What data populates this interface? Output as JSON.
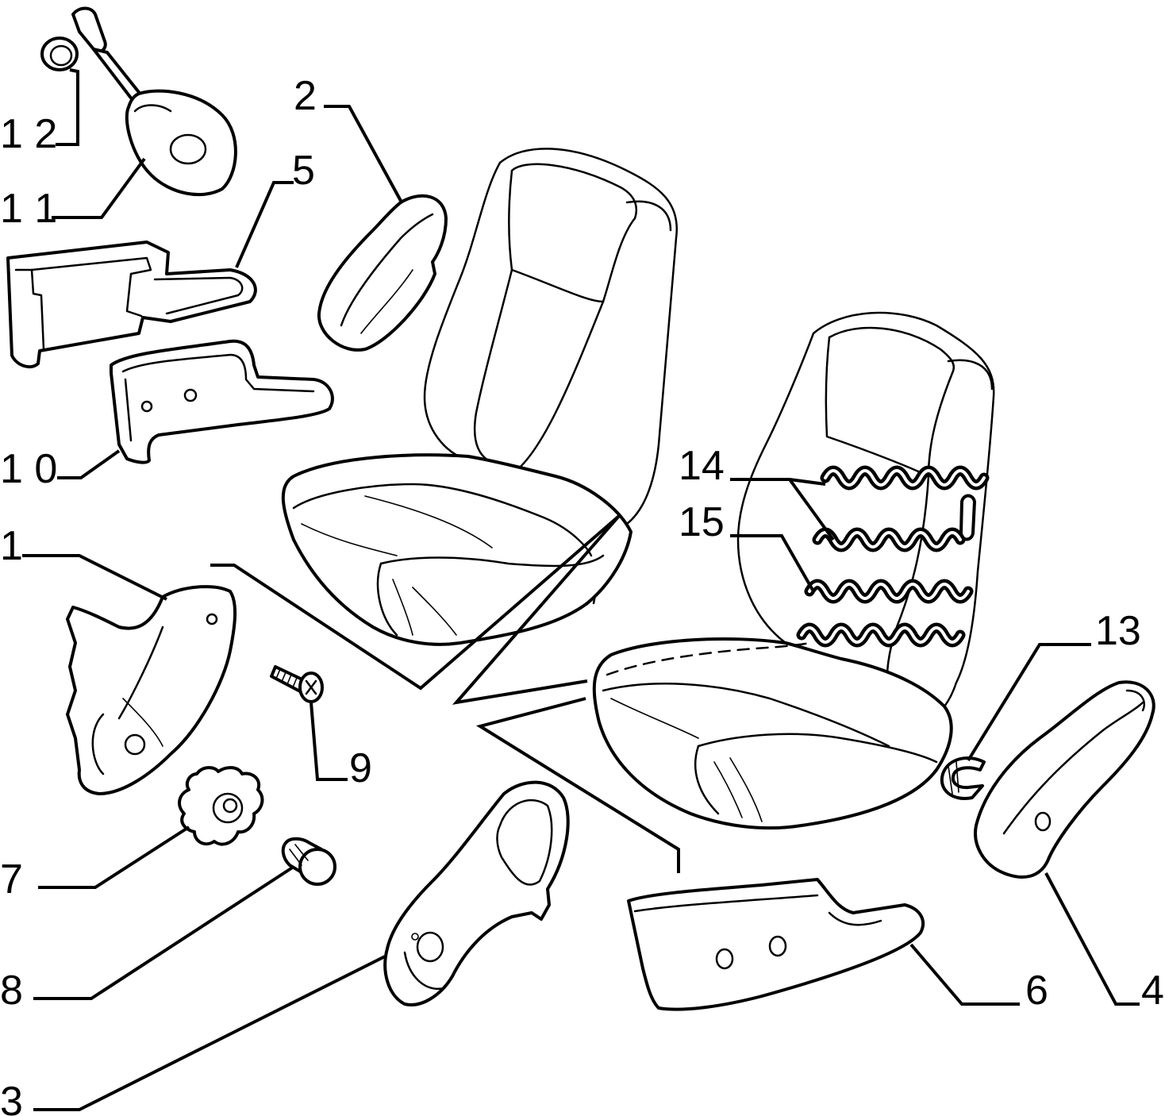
{
  "callouts": {
    "c1": "1",
    "c2": "2",
    "c3": "3",
    "c4": "4",
    "c5": "5",
    "c6": "6",
    "c7": "7",
    "c8": "8",
    "c9": "9",
    "c10": "1 0",
    "c11": "1 1",
    "c12": "1 2",
    "c13": "13",
    "c14": "14",
    "c15": "15"
  },
  "colors": {
    "line": "#000000",
    "background": "#ffffff"
  }
}
